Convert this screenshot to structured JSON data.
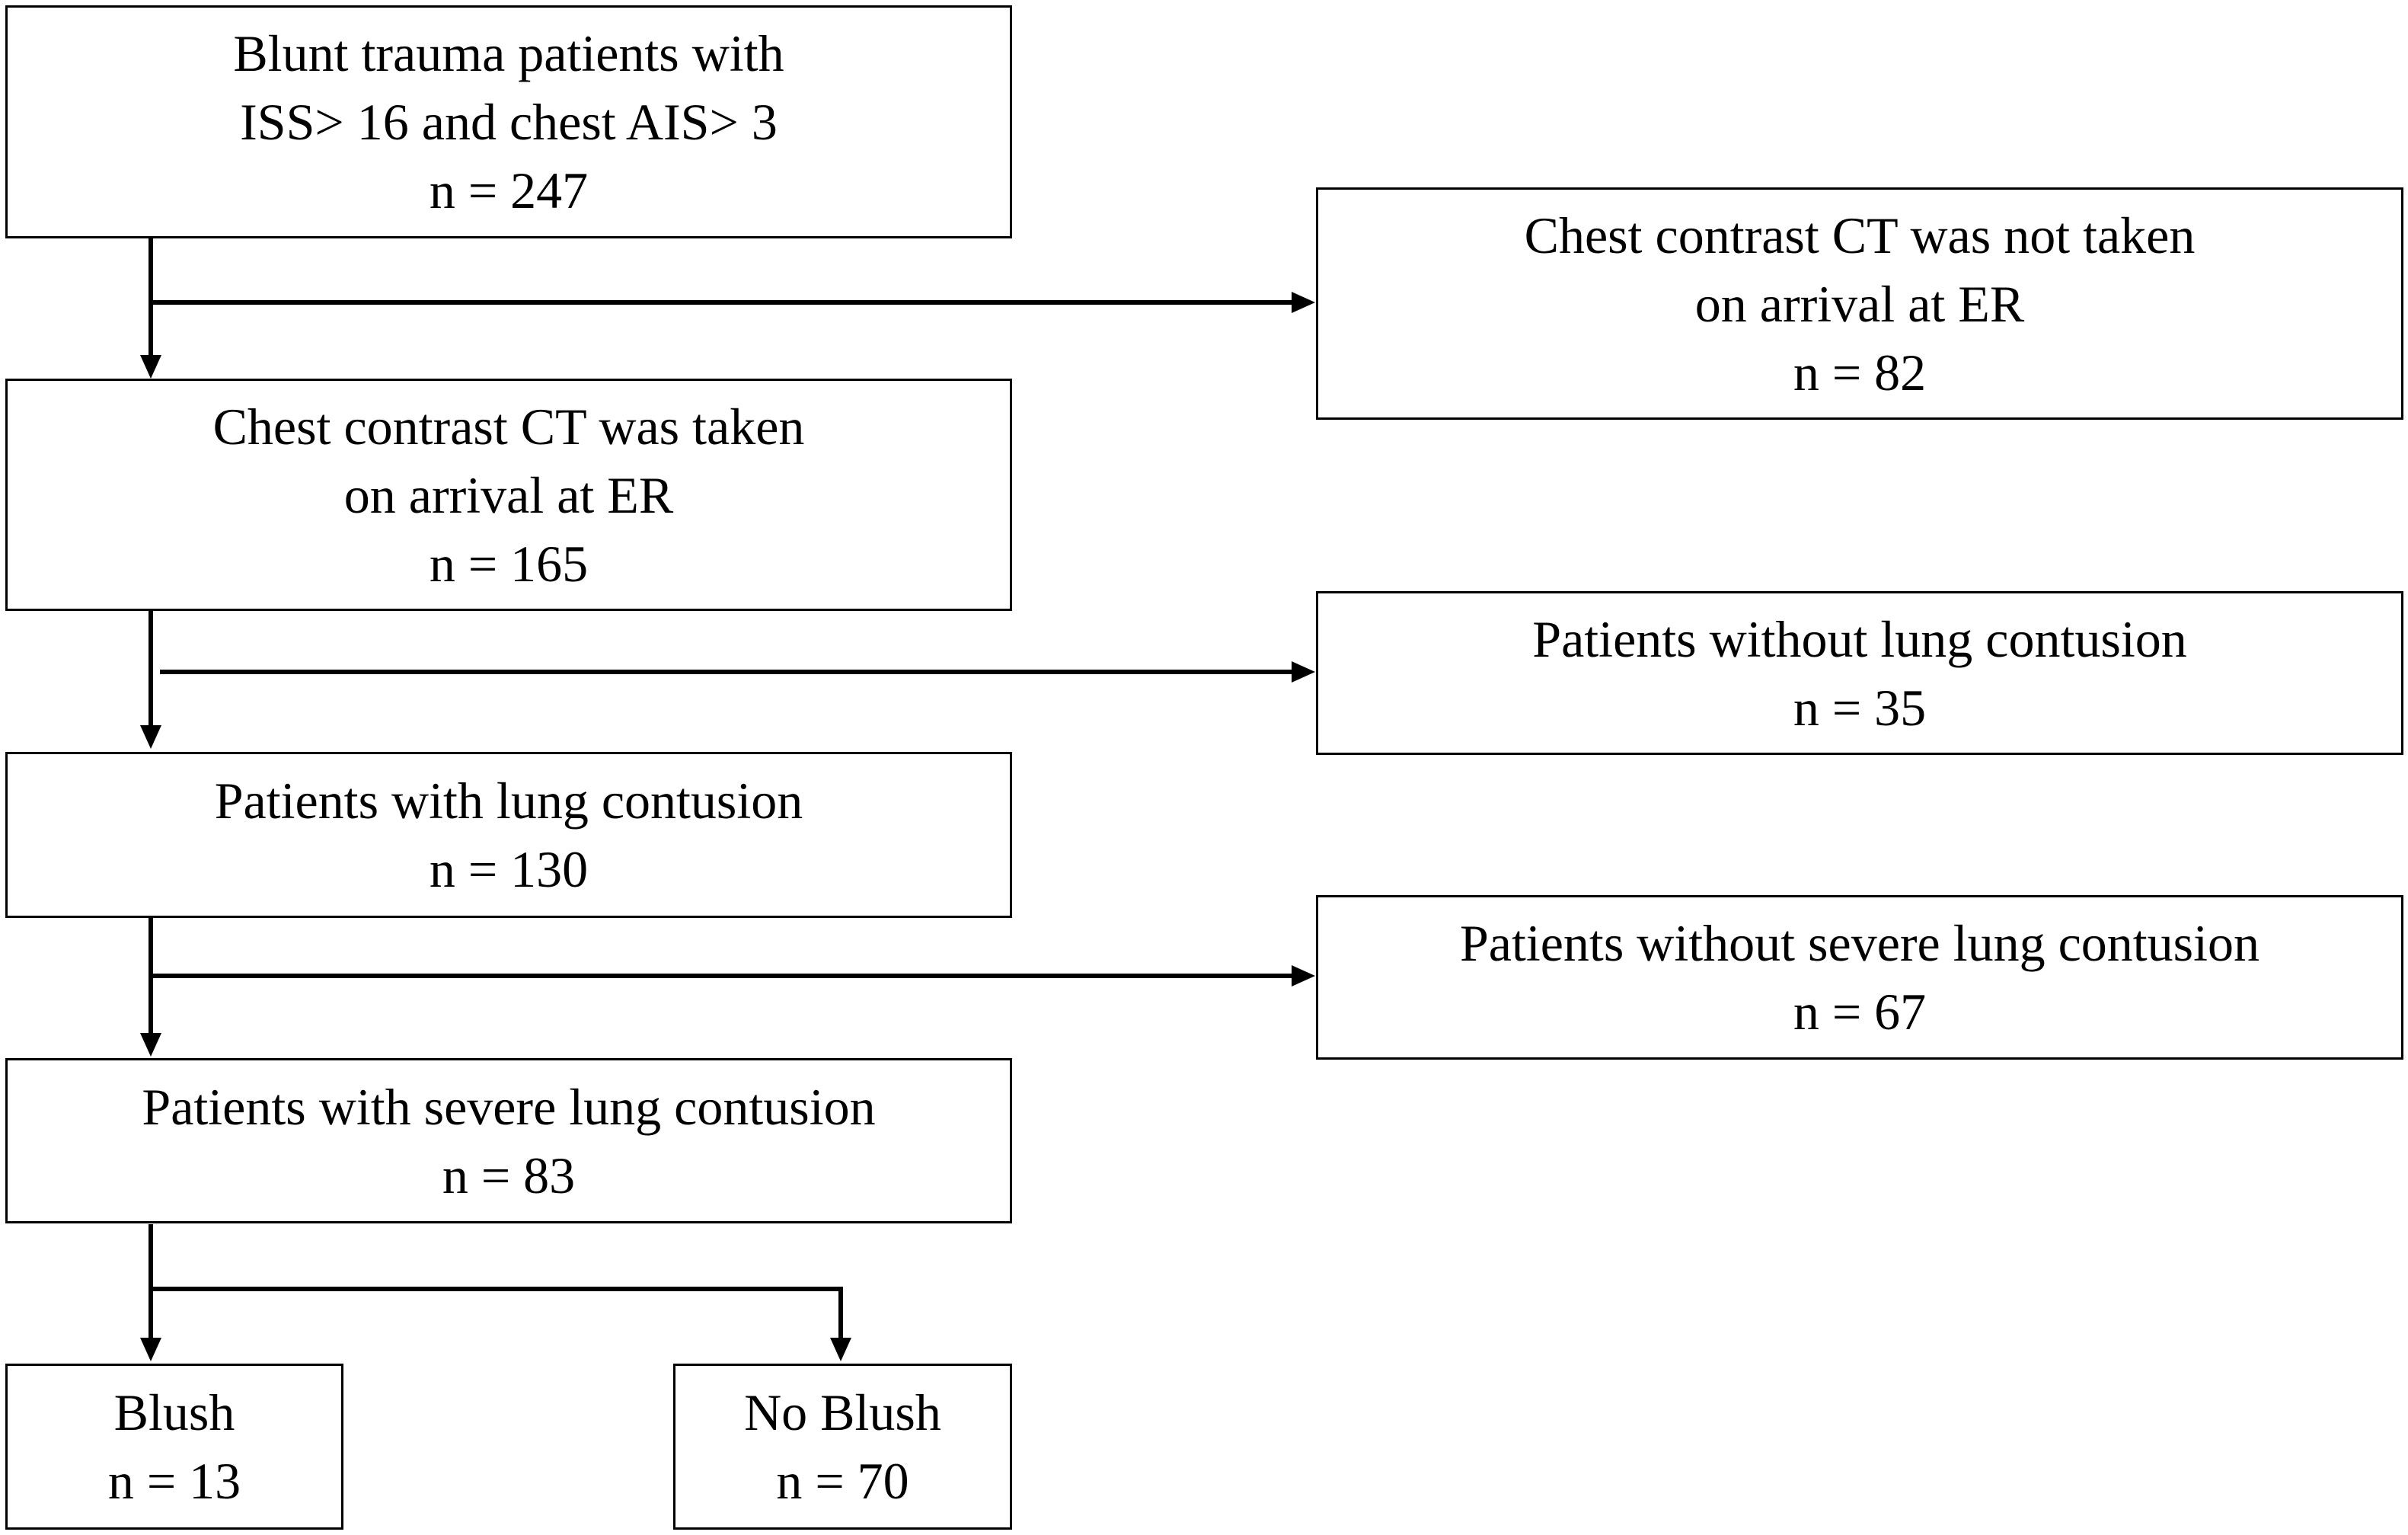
{
  "boxes": {
    "initial": {
      "line1": "Blunt trauma patients with",
      "line2": "ISS> 16 and chest AIS> 3",
      "count": "n = 247"
    },
    "ct_taken": {
      "line1": "Chest contrast CT was taken",
      "line2": "on arrival at ER",
      "count": "n = 165"
    },
    "ct_not_taken": {
      "line1": "Chest contrast CT was not taken",
      "line2": "on arrival at ER",
      "count": "n = 82"
    },
    "with_contusion": {
      "line1": "Patients with lung contusion",
      "count": "n = 130"
    },
    "without_contusion": {
      "line1": "Patients without lung contusion",
      "count": "n = 35"
    },
    "severe_contusion": {
      "line1": "Patients with severe lung contusion",
      "count": "n = 83"
    },
    "without_severe": {
      "line1": "Patients without severe lung contusion",
      "count": "n = 67"
    },
    "blush": {
      "line1": "Blush",
      "count": "n = 13"
    },
    "no_blush": {
      "line1": "No Blush",
      "count": "n = 70"
    }
  }
}
